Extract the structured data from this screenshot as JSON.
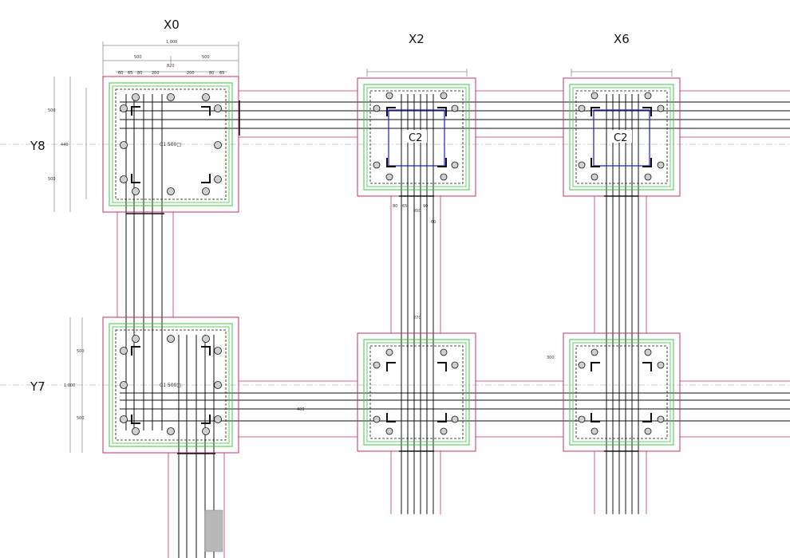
{
  "grid": {
    "x_labels": [
      "X0",
      "X2",
      "X6"
    ],
    "y_labels": [
      "Y8",
      "Y7"
    ]
  },
  "top_dims": {
    "total": "1,000",
    "half_left": "500",
    "half_right": "500",
    "inner": "820",
    "bars": [
      "60",
      "65",
      "80",
      "200",
      "200",
      "80",
      "65"
    ]
  },
  "column_marks": {
    "c2_a": "C2",
    "c2_b": "C2",
    "c1_a": "C1 500□",
    "c1_b": "C1 500□"
  },
  "side_dims": {
    "y8": [
      "500",
      "440",
      "500"
    ],
    "y7": [
      "1,000",
      "500",
      "500"
    ]
  },
  "beam_dims": [
    "80",
    "65",
    "200",
    "90",
    "60",
    "270",
    "300",
    "400"
  ],
  "colors": {
    "footing": "#c0306a",
    "rebar": "#111111",
    "stirrup": "#3cc43c",
    "column": "#1a1ad0",
    "grid": "#888888",
    "dim": "#555555"
  }
}
